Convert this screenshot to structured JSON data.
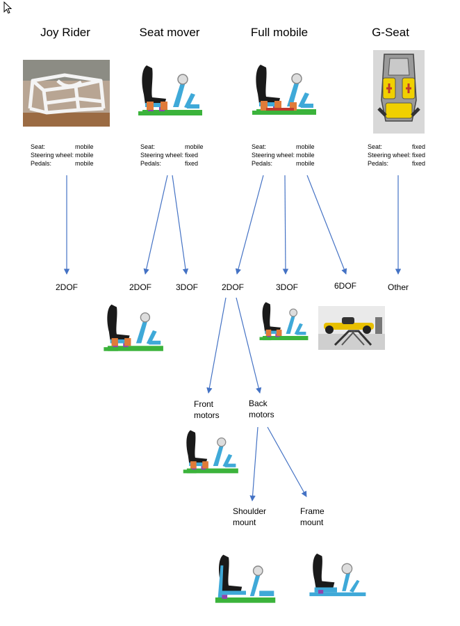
{
  "pointer": {
    "icon": "cursor-arrow-icon"
  },
  "columns": [
    {
      "title": "Joy Rider",
      "specs": [
        {
          "k": "Seat:",
          "v": "mobile"
        },
        {
          "k": "Steering wheel:",
          "v": "mobile"
        },
        {
          "k": "Pedals:",
          "v": "mobile"
        }
      ]
    },
    {
      "title": "Seat mover",
      "specs": [
        {
          "k": "Seat:",
          "v": "mobile"
        },
        {
          "k": "Steering wheel:",
          "v": "fixed"
        },
        {
          "k": "Pedals:",
          "v": "fixed"
        }
      ]
    },
    {
      "title": "Full mobile",
      "specs": [
        {
          "k": "Seat:",
          "v": "mobile"
        },
        {
          "k": "Steering wheel:",
          "v": "mobile"
        },
        {
          "k": "Pedals:",
          "v": "mobile"
        }
      ]
    },
    {
      "title": "G-Seat",
      "specs": [
        {
          "k": "Seat:",
          "v": "fixed"
        },
        {
          "k": "Steering wheel:",
          "v": "fixed"
        },
        {
          "k": "Pedals:",
          "v": "fixed"
        }
      ]
    }
  ],
  "dof_labels": [
    "2DOF",
    "2DOF",
    "3DOF",
    "2DOF",
    "3DOF",
    "6DOF",
    "Other"
  ],
  "motors": {
    "front_line1": "Front",
    "front_line2": "motors",
    "back_line1": "Back",
    "back_line2": "motors"
  },
  "mounts": {
    "shoulder_line1": "Shoulder",
    "shoulder_line2": "mount",
    "frame_line1": "Frame",
    "frame_line2": "mount"
  },
  "colors": {
    "arrow": "#4472c4",
    "seat": "#1a1a1a",
    "frame_blue": "#3fa9d8",
    "base_green": "#3bb33b",
    "actuator_orange": "#e07b39",
    "actuator_purple": "#8e44ad"
  }
}
